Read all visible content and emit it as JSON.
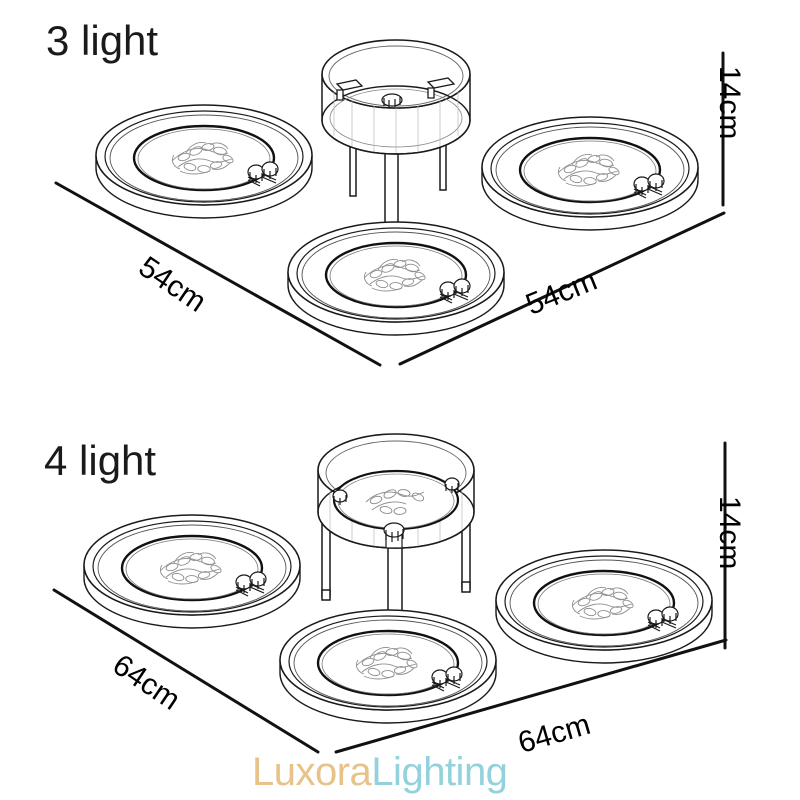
{
  "page": {
    "background_color": "#ffffff",
    "line_color": "#1a1a1a",
    "type": "product-dimension-line-drawing",
    "subject": "flush mount ceiling light with round glass shades"
  },
  "variants": [
    {
      "id": "three-light",
      "label": "3 light",
      "shade_count": 3,
      "dimensions": {
        "width_left_label": "54cm",
        "width_right_label": "54cm",
        "height_label": "14cm"
      }
    },
    {
      "id": "four-light",
      "label": "4 light",
      "shade_count": 4,
      "dimensions": {
        "width_left_label": "64cm",
        "width_right_label": "64cm",
        "height_label": "14cm"
      }
    }
  ],
  "watermark": {
    "part_one": "Luxora",
    "part_two": "Lighting",
    "color_one": "#e8c389",
    "color_two": "#93d2dd"
  }
}
